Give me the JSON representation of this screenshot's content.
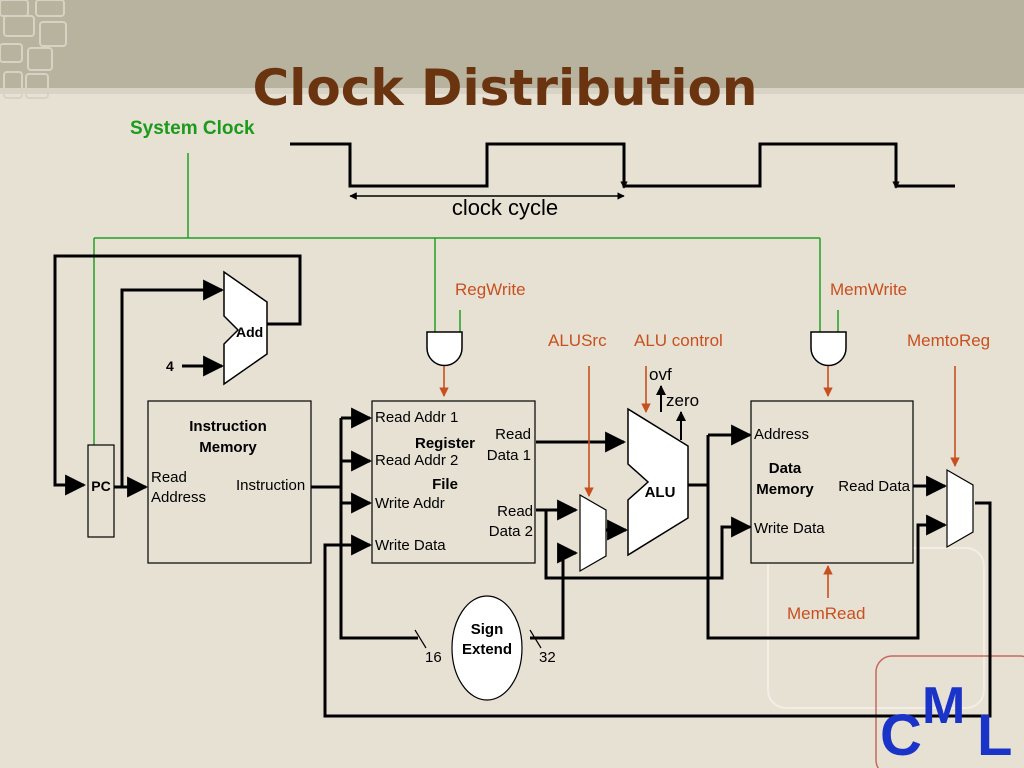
{
  "slide": {
    "title": "Clock Distribution",
    "system_clock_label": "System Clock",
    "clock_cycle_label": "clock cycle",
    "logo": {
      "c": "C",
      "m": "M",
      "l": "L"
    }
  },
  "colors": {
    "title": "#6b3410",
    "clock_wire": "#22a022",
    "control_signal": "#c8501e",
    "logo": "#1a33c8",
    "wire": "#000000"
  },
  "components": {
    "add": "Add",
    "constant_4": "4",
    "pc": "PC",
    "instruction_memory": {
      "title_line1": "Instruction",
      "title_line2": "Memory",
      "read_line1": "Read",
      "read_line2": "Address",
      "instruction": "Instruction"
    },
    "register_file": {
      "read_addr_1": "Read Addr 1",
      "read_addr_2": "Read Addr 2",
      "write_addr": "Write Addr",
      "write_data": "Write Data",
      "title_line1": "Register",
      "title_line2": "File",
      "read_data_1_line1": "Read",
      "read_data_1_line2": "Data 1",
      "read_data_2_line1": "Read",
      "read_data_2_line2": "Data 2"
    },
    "alu": {
      "label": "ALU",
      "ovf": "ovf",
      "zero": "zero"
    },
    "data_memory": {
      "address": "Address",
      "title_line1": "Data",
      "title_line2": "Memory",
      "read_data": "Read Data",
      "write_data": "Write Data"
    },
    "sign_extend": {
      "line1": "Sign",
      "line2": "Extend",
      "in_bits": "16",
      "out_bits": "32"
    }
  },
  "control_signals": {
    "regwrite": "RegWrite",
    "alusrc": "ALUSrc",
    "alu_control": "ALU control",
    "memwrite": "MemWrite",
    "memtoreg": "MemtoReg",
    "memread": "MemRead"
  }
}
